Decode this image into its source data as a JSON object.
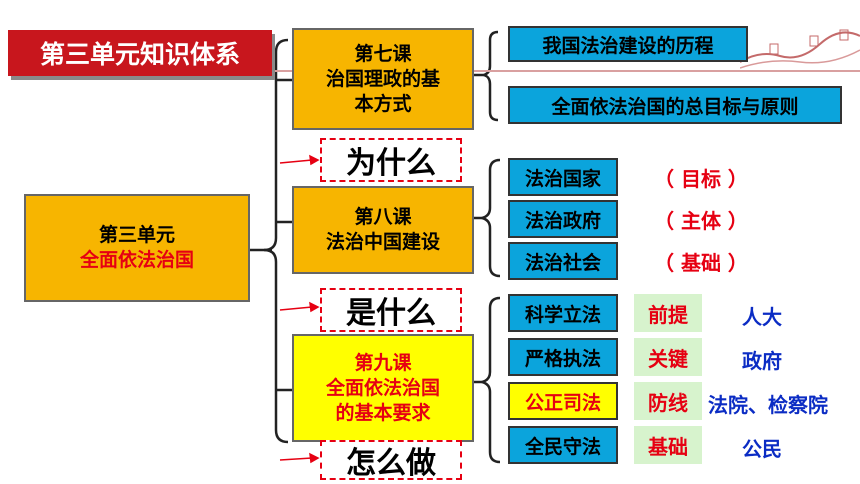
{
  "title": "第三单元知识体系",
  "root": {
    "line1": "第三单元",
    "line2": "全面依法治国"
  },
  "lessons": [
    {
      "lines": [
        "第七课",
        "治国理政的基",
        "本方式"
      ]
    },
    {
      "lines": [
        "第八课",
        "法治中国建设"
      ]
    },
    {
      "lines": [
        "第九课",
        "全面依法治国",
        "的基本要求"
      ]
    }
  ],
  "questions": [
    "为什么",
    "是什么",
    "怎么做"
  ],
  "lesson7_items": [
    "我国法治建设的历程",
    "全面依法治国的总目标与原则"
  ],
  "lesson8_items": [
    {
      "label": "法治国家",
      "role": "（ 目标 ）"
    },
    {
      "label": "法治政府",
      "role": "（ 主体 ）"
    },
    {
      "label": "法治社会",
      "role": "（ 基础 ）"
    }
  ],
  "lesson9_items": [
    {
      "label": "科学立法",
      "tag": "前提",
      "subject": "人大"
    },
    {
      "label": "严格执法",
      "tag": "关键",
      "subject": "政府"
    },
    {
      "label": "公正司法",
      "tag": "防线",
      "subject": "法院、检察院"
    },
    {
      "label": "全民守法",
      "tag": "基础",
      "subject": "公民"
    }
  ],
  "colors": {
    "title_bg": "#c8161d",
    "orange": "#f7b500",
    "yellow": "#ffff00",
    "blue": "#0ba4dc",
    "green": "#d7f3cd",
    "red_text": "#e60012",
    "blue_text": "#0b2cc4"
  }
}
